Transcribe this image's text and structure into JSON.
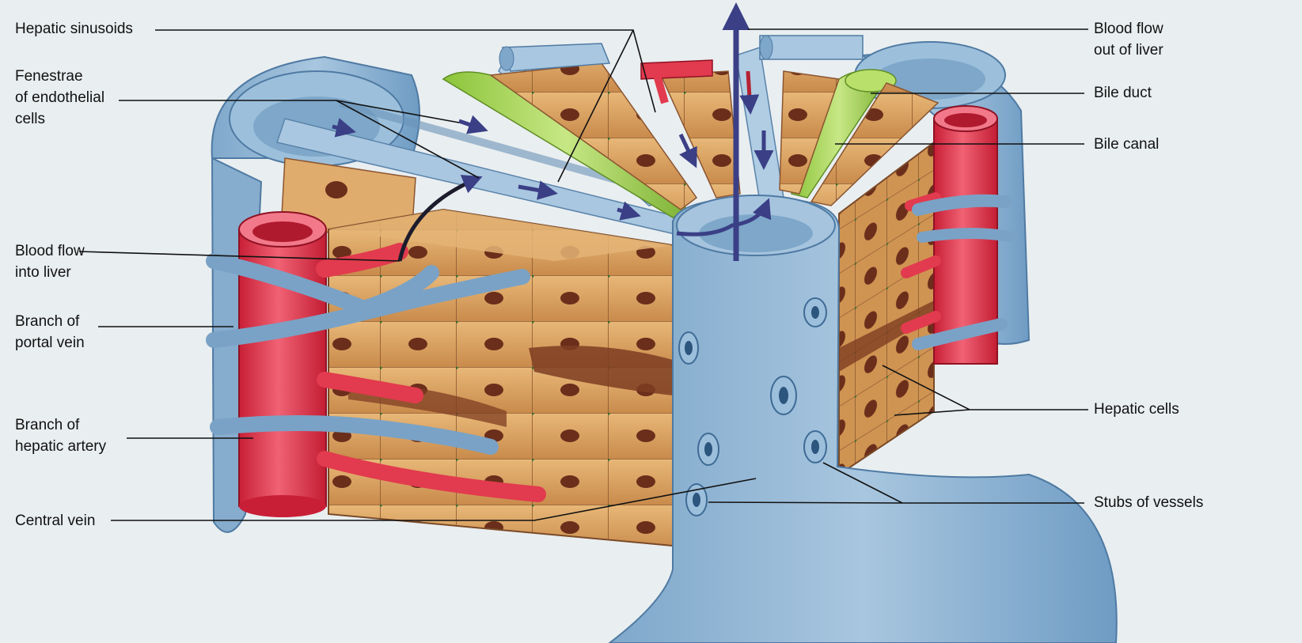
{
  "figure": {
    "labels_left": [
      {
        "id": "hepatic-sinusoids",
        "lines": [
          "Hepatic sinusoids"
        ]
      },
      {
        "id": "fenestrae",
        "lines": [
          "Fenestrae",
          "of endothelial",
          "cells"
        ]
      },
      {
        "id": "blood-flow-into-liver",
        "lines": [
          "Blood flow",
          "into liver"
        ]
      },
      {
        "id": "branch-portal-vein",
        "lines": [
          "Branch of",
          "portal vein"
        ]
      },
      {
        "id": "branch-hepatic-artery",
        "lines": [
          "Branch of",
          "hepatic artery"
        ]
      },
      {
        "id": "central-vein",
        "lines": [
          "Central vein"
        ]
      }
    ],
    "labels_right": [
      {
        "id": "blood-flow-out-of-liver",
        "lines": [
          "Blood flow",
          "out of liver"
        ]
      },
      {
        "id": "bile-duct",
        "lines": [
          "Bile duct"
        ]
      },
      {
        "id": "bile-canal",
        "lines": [
          "Bile canal"
        ]
      },
      {
        "id": "hepatic-cells",
        "lines": [
          "Hepatic cells"
        ]
      },
      {
        "id": "stubs-of-vessels",
        "lines": [
          "Stubs of vessels"
        ]
      }
    ]
  },
  "colors": {
    "hepatocyte": "#d9a161",
    "nucleus": "#6b2e1b",
    "vein_blue": "#8ab0cf",
    "artery_red": "#e23a4e",
    "bile_green": "#9fcf4a",
    "arrow_navy": "#3a3f86"
  }
}
